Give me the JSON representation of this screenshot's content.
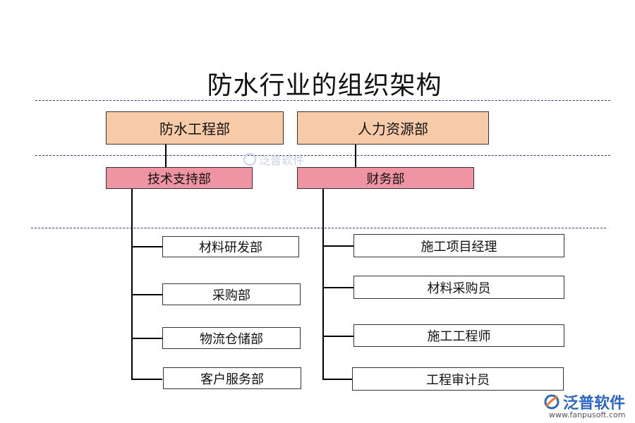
{
  "title": "防水行业的组织架构",
  "top_departments": [
    "防水工程部",
    "人力资源部"
  ],
  "sub_departments": [
    "技术支持部",
    "财务部"
  ],
  "left_branch": [
    "材料研发部",
    "采购部",
    "物流仓储部",
    "客户服务部"
  ],
  "right_branch": [
    "施工项目经理",
    "材料采购员",
    "施工工程师",
    "工程审计员"
  ],
  "watermark": "泛普软件",
  "logo": {
    "text": "泛普软件",
    "url": "www.fanpusoft.com"
  },
  "colors": {
    "top_fill": "#f8cba8",
    "sub_fill": "#ef94a2",
    "dash": "#2c3e7a",
    "logo": "#2b67c2"
  }
}
